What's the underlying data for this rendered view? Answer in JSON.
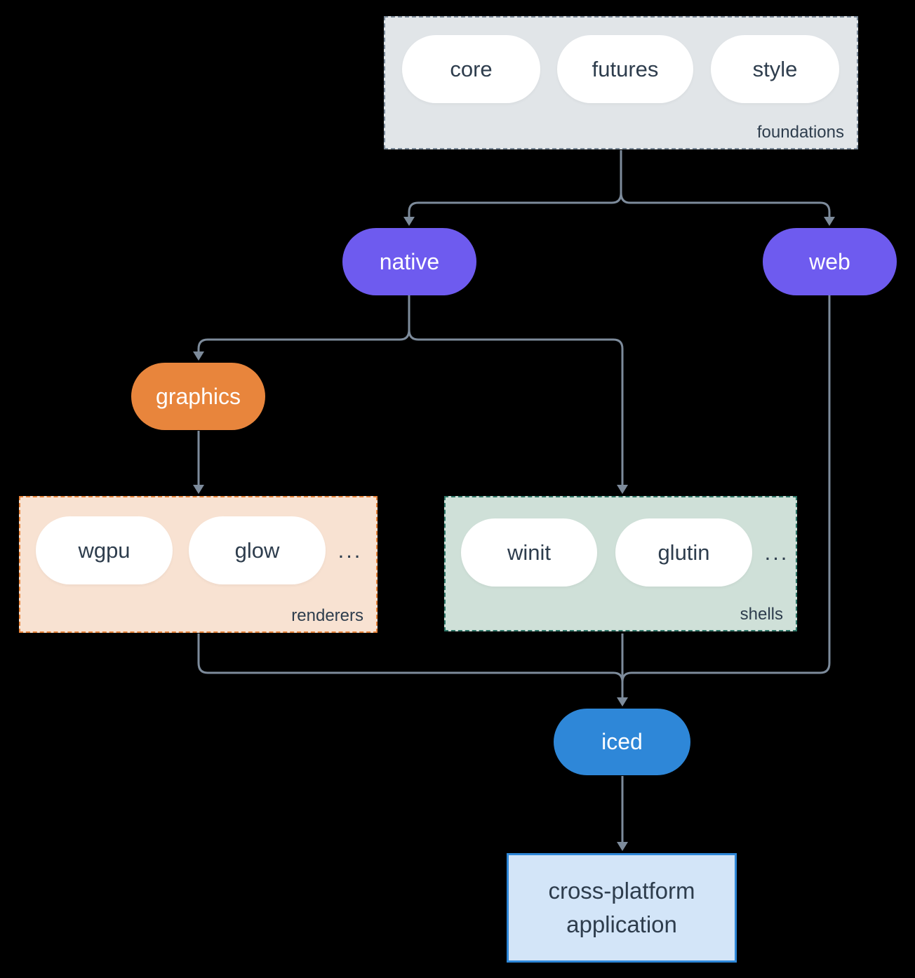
{
  "diagram_type": "dependency-flow-diagram",
  "groups": {
    "foundations": {
      "label": "foundations",
      "pills": [
        "core",
        "futures",
        "style"
      ],
      "fill": "#e1e5e8",
      "border": "#7c8b9a"
    },
    "renderers": {
      "label": "renderers",
      "pills": [
        "wgpu",
        "glow"
      ],
      "ellipsis": "...",
      "fill": "#f8e2d2",
      "border": "#e8853c"
    },
    "shells": {
      "label": "shells",
      "pills": [
        "winit",
        "glutin"
      ],
      "ellipsis": "...",
      "fill": "#cfe0d8",
      "border": "#2f7668"
    }
  },
  "nodes": {
    "native": {
      "label": "native",
      "fill": "#6e5bef"
    },
    "web": {
      "label": "web",
      "fill": "#6e5bef"
    },
    "graphics": {
      "label": "graphics",
      "fill": "#e8853c"
    },
    "iced": {
      "label": "iced",
      "fill": "#2e87d8"
    },
    "application": {
      "label": "cross-platform application",
      "fill": "#d3e5f8",
      "border": "#2e87d8"
    }
  },
  "edges": [
    {
      "from": "foundations",
      "to": "native"
    },
    {
      "from": "foundations",
      "to": "web"
    },
    {
      "from": "native",
      "to": "graphics"
    },
    {
      "from": "native",
      "to": "shells"
    },
    {
      "from": "graphics",
      "to": "renderers"
    },
    {
      "from": "renderers",
      "to": "iced"
    },
    {
      "from": "shells",
      "to": "iced"
    },
    {
      "from": "web",
      "to": "iced"
    },
    {
      "from": "iced",
      "to": "application"
    }
  ],
  "colors": {
    "background": "#000000",
    "connector": "#7d8b9b",
    "text_dark": "#2e3d4d",
    "pill_bg": "#ffffff",
    "node_text": "#ffffff"
  }
}
